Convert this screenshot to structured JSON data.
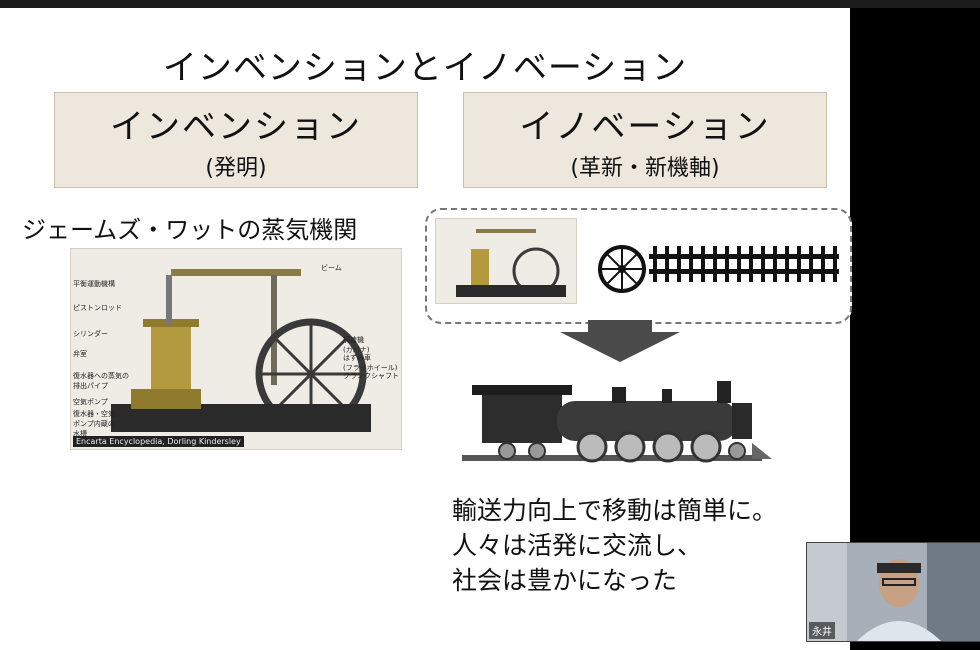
{
  "slide": {
    "title": "インベンションとイノベーション",
    "invention": {
      "label": "インベンション",
      "sub": "(発明)"
    },
    "innovation": {
      "label": "イノベーション",
      "sub": "(革新・新機軸)"
    },
    "engine_heading": "ジェームズ・ワットの蒸気機関",
    "engine_image": {
      "credit": "Encarta Encyclopedia, Dorling Kindersley",
      "labels": {
        "beam": "ビーム",
        "parallel": "平衡運動機構",
        "piston_rod": "ピストンロッド",
        "cylinder": "シリンダー",
        "valve": "弁室",
        "exhaust": "復水器への蒸気の\n排出パイプ",
        "air_pump": "空気ポンプ",
        "condenser": "復水器・空気\nポンプ内蔵の\n水槽",
        "governor": "調速機\n(ガバナ)",
        "flywheel": "はずみ車\n(フライホイール)",
        "crank": "クランクシャフト"
      }
    },
    "benefits": [
      "輸送力向上で移動は簡単に。",
      "人々は活発に交流し、",
      "社会は豊かになった"
    ]
  },
  "video": {
    "participant_name": "永井"
  },
  "colors": {
    "box_bg": "#ede7dd",
    "arrow": "#4b4b4b"
  }
}
